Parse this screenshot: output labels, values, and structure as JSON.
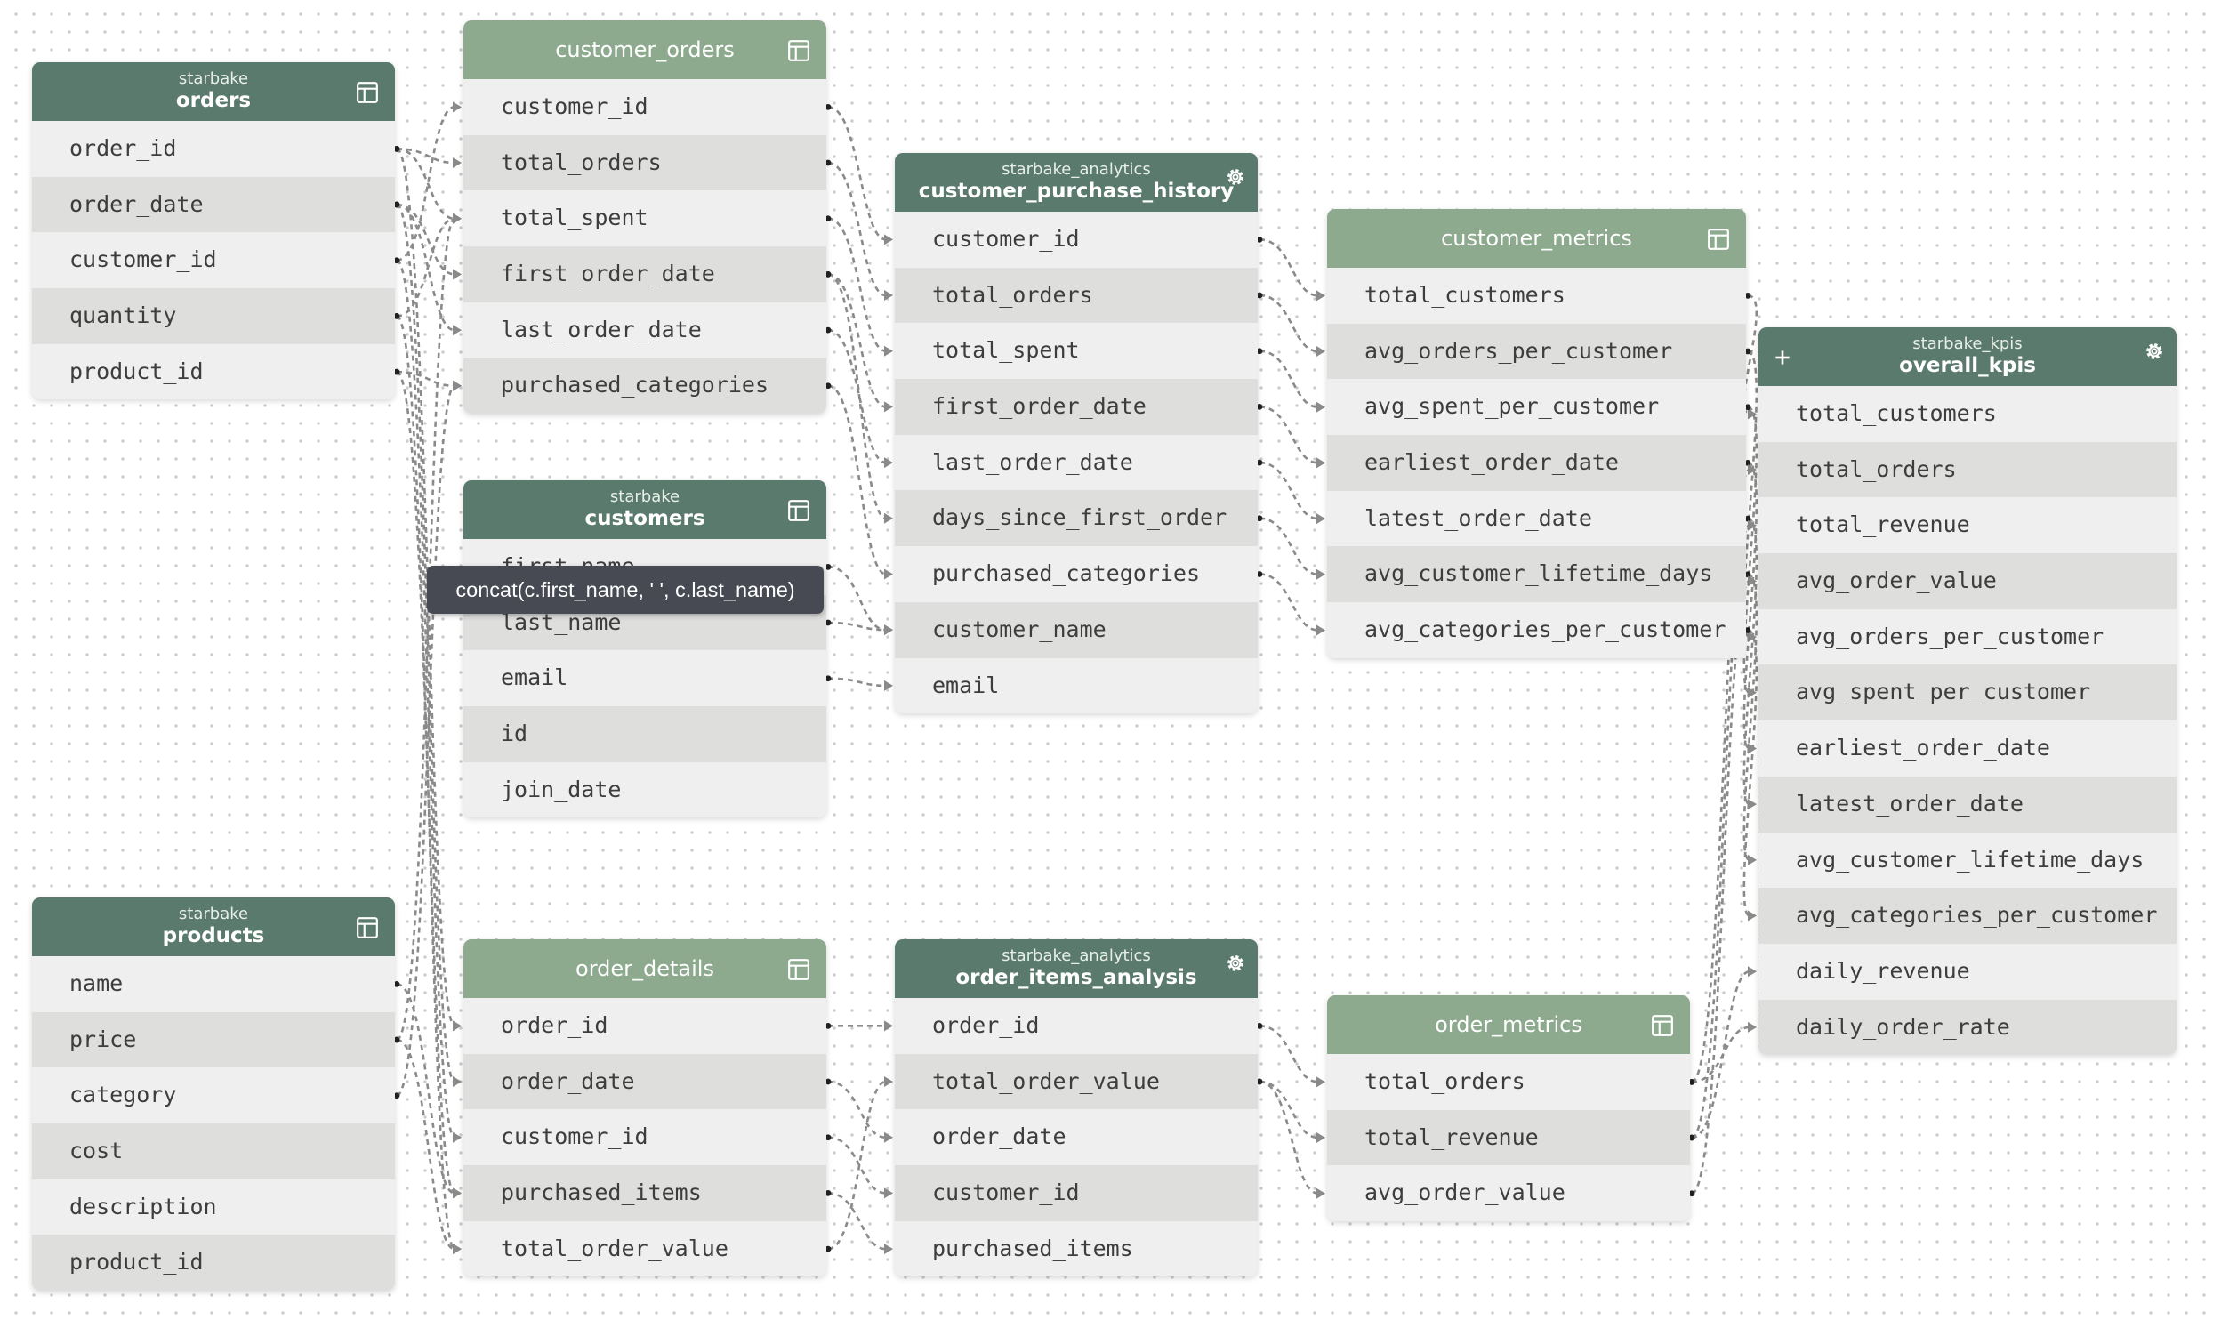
{
  "colors": {
    "header_dark": "#5a7a6e",
    "header_light": "#8daa8f",
    "wire": "#8a8a8a",
    "tooltip_bg": "#484a53"
  },
  "nodes": {
    "orders": {
      "schema": "starbake",
      "name": "orders",
      "icon": "table-icon",
      "columns": [
        "order_id",
        "order_date",
        "customer_id",
        "quantity",
        "product_id"
      ]
    },
    "customer_orders": {
      "name": "customer_orders",
      "icon": "table-icon",
      "columns": [
        "customer_id",
        "total_orders",
        "total_spent",
        "first_order_date",
        "last_order_date",
        "purchased_categories"
      ]
    },
    "customers": {
      "schema": "starbake",
      "name": "customers",
      "icon": "table-icon",
      "columns": [
        "first_name",
        "last_name",
        "email",
        "id",
        "join_date"
      ]
    },
    "products": {
      "schema": "starbake",
      "name": "products",
      "icon": "table-icon",
      "columns": [
        "name",
        "price",
        "category",
        "cost",
        "description",
        "product_id"
      ]
    },
    "order_details": {
      "name": "order_details",
      "icon": "table-icon",
      "columns": [
        "order_id",
        "order_date",
        "customer_id",
        "purchased_items",
        "total_order_value"
      ]
    },
    "customer_purchase_history": {
      "schema": "starbake_analytics",
      "name": "customer_purchase_history",
      "icon": "gear-icon",
      "columns": [
        "customer_id",
        "total_orders",
        "total_spent",
        "first_order_date",
        "last_order_date",
        "days_since_first_order",
        "purchased_categories",
        "customer_name",
        "email"
      ]
    },
    "order_items_analysis": {
      "schema": "starbake_analytics",
      "name": "order_items_analysis",
      "icon": "gear-icon",
      "columns": [
        "order_id",
        "total_order_value",
        "order_date",
        "customer_id",
        "purchased_items"
      ]
    },
    "customer_metrics": {
      "name": "customer_metrics",
      "icon": "table-icon",
      "columns": [
        "total_customers",
        "avg_orders_per_customer",
        "avg_spent_per_customer",
        "earliest_order_date",
        "latest_order_date",
        "avg_customer_lifetime_days",
        "avg_categories_per_customer"
      ]
    },
    "order_metrics": {
      "name": "order_metrics",
      "icon": "table-icon",
      "columns": [
        "total_orders",
        "total_revenue",
        "avg_order_value"
      ]
    },
    "overall_kpis": {
      "schema": "starbake_kpis",
      "name": "overall_kpis",
      "icon": "gear-icon",
      "left_icon": "plus-icon",
      "columns": [
        "total_customers",
        "total_orders",
        "total_revenue",
        "avg_order_value",
        "avg_orders_per_customer",
        "avg_spent_per_customer",
        "earliest_order_date",
        "latest_order_date",
        "avg_customer_lifetime_days",
        "avg_categories_per_customer",
        "daily_revenue",
        "daily_order_rate"
      ]
    }
  },
  "tooltip": {
    "text": "concat(c.first_name, ' ', c.last_name)"
  }
}
